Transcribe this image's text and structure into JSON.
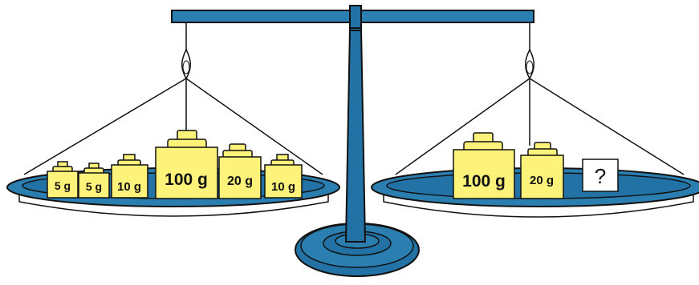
{
  "colors": {
    "beam": "#2b7fb0",
    "stand": "#2272a5",
    "pan": "#2b7fb0",
    "weight_fill": "#fdf37a",
    "outline": "#111111"
  },
  "left_pan": {
    "weights": [
      {
        "label": "5 g"
      },
      {
        "label": "5 g"
      },
      {
        "label": "10 g"
      },
      {
        "label": "100 g"
      },
      {
        "label": "20 g"
      },
      {
        "label": "10 g"
      }
    ]
  },
  "right_pan": {
    "weights": [
      {
        "label": "100 g"
      },
      {
        "label": "20 g"
      }
    ],
    "unknown_label": "?"
  }
}
